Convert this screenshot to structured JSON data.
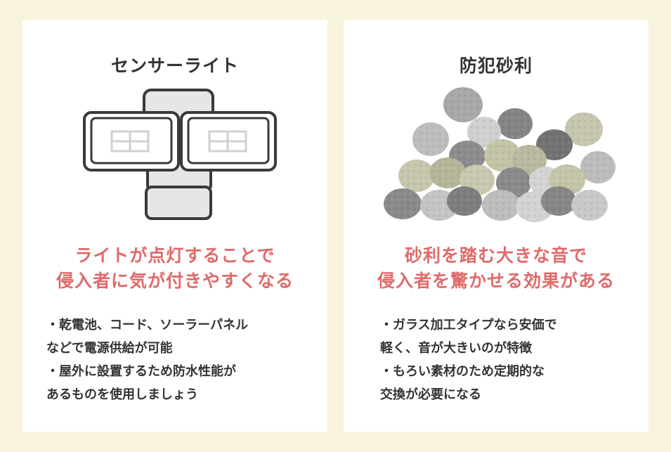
{
  "left": {
    "title": "センサーライト",
    "headline": [
      "ライトが点灯することで",
      "侵入者に気が付きやすくなる"
    ],
    "lines": [
      "・乾電池、コード、ソーラーパネル",
      "などで電源供給が可能",
      "・屋外に設置するため防水性能が",
      "あるものを使用しましょう"
    ],
    "illustration_icon": "sensor-light-icon"
  },
  "right": {
    "title": "防犯砂利",
    "headline": [
      "砂利を踏む大きな音で",
      "侵入者を驚かせる効果がある"
    ],
    "lines": [
      "・ガラス加工タイプなら安価で",
      "軽く、音が大きいのが特徴",
      "・もろい素材のため定期的な",
      "交換が必要になる"
    ],
    "illustration_icon": "gravel-stones-icon"
  },
  "colors": {
    "background": "#f8f3dc",
    "card": "#ffffff",
    "headline": "#e06a6a",
    "text": "#333333"
  }
}
